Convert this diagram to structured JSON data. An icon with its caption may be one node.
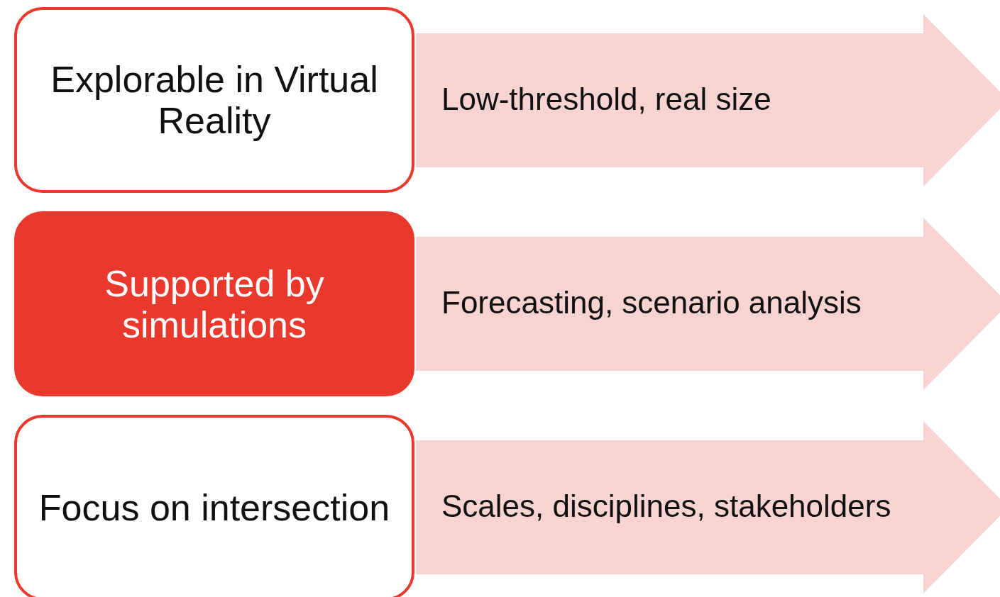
{
  "diagram": {
    "nodes": [
      {
        "text": [
          "Explorable in Virtual Reality"
        ]
      },
      {
        "text": [
          "Low-threshold, real size"
        ]
      },
      {
        "text": [
          "Supported by simulations"
        ]
      },
      {
        "text": [
          "Forecasting, scenario analysis"
        ]
      },
      {
        "text": [
          "Focus on intersection"
        ]
      },
      {
        "text": [
          "Scales, disciplines, stakeholders"
        ]
      }
    ]
  }
}
